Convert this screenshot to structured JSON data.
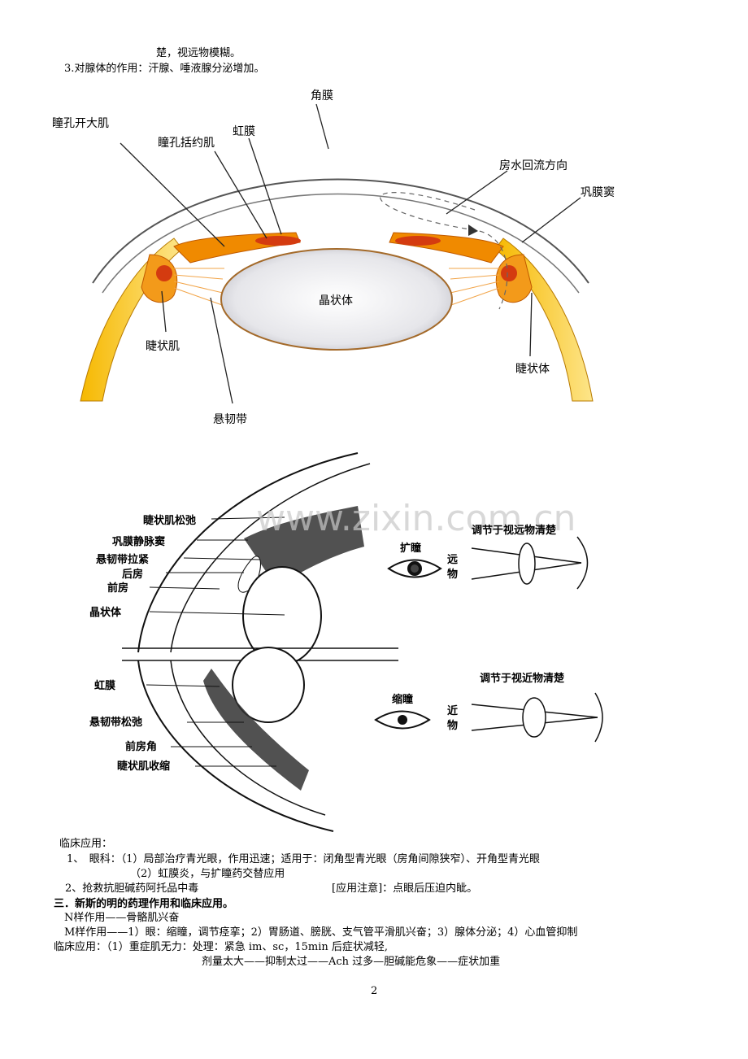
{
  "top": {
    "line1": "楚，视远物模糊。",
    "line2": "3.对腺体的作用：汗腺、唾液腺分泌增加。"
  },
  "figure1": {
    "labels": {
      "cornea": "角膜",
      "pupil_dilator": "瞳孔开大肌",
      "pupil_sphincter": "瞳孔括约肌",
      "iris": "虹膜",
      "aqueous_flow": "房水回流方向",
      "scleral_sinus": "巩膜窦",
      "lens": "晶状体",
      "ciliary_muscle": "睫状肌",
      "ciliary_body": "睫状体",
      "zonule": "悬韧带"
    }
  },
  "figure2": {
    "watermark": "www.zixin.com.cn",
    "labels": {
      "ciliary_relax": "睫状肌松弛",
      "scleral_venous_sinus": "巩膜静脉窦",
      "zonule_tight": "悬韧带拉紧",
      "posterior_chamber": "后房",
      "anterior_chamber": "前房",
      "lens": "晶状体",
      "iris": "虹膜",
      "zonule_relax": "悬韧带松弛",
      "chamber_angle": "前房角",
      "ciliary_contract": "睫状肌收缩",
      "dilate": "扩瞳",
      "constrict": "缩瞳",
      "far_object_1": "远",
      "far_object_2": "物",
      "near_object_1": "近",
      "near_object_2": "物",
      "adjust_far": "调节于视远物清楚",
      "adjust_near": "调节于视近物清楚"
    }
  },
  "text": {
    "clinical": "临床应用：",
    "item1": "1、　眼科：（1）局部治疗青光眼，作用迅速；适用于：闭角型青光眼（房角间隙狭窄）、开角型青光眼",
    "item1b": "（2）虹膜炎，与扩瞳药交替应用",
    "item2": "2、抢救抗胆碱药阿托品中毒",
    "item2note": "[应用注意]：点眼后压迫内眦。",
    "section3": "三．新斯的明的药理作用和临床应用。",
    "n_effect": "N样作用——骨骼肌兴奋",
    "m_effect": "M样作用——1）眼：缩瞳，调节痉挛；2）胃肠道、膀胱、支气管平滑肌兴奋；3）腺体分泌；4）心血管抑制",
    "clinical2": "临床应用：（1）重症肌无力：处理：紧急 im、sc，15min 后症状减轻,",
    "dose": "剂量太大——抑制太过——Ach 过多—胆碱能危象——症状加重",
    "page_number": "2"
  }
}
